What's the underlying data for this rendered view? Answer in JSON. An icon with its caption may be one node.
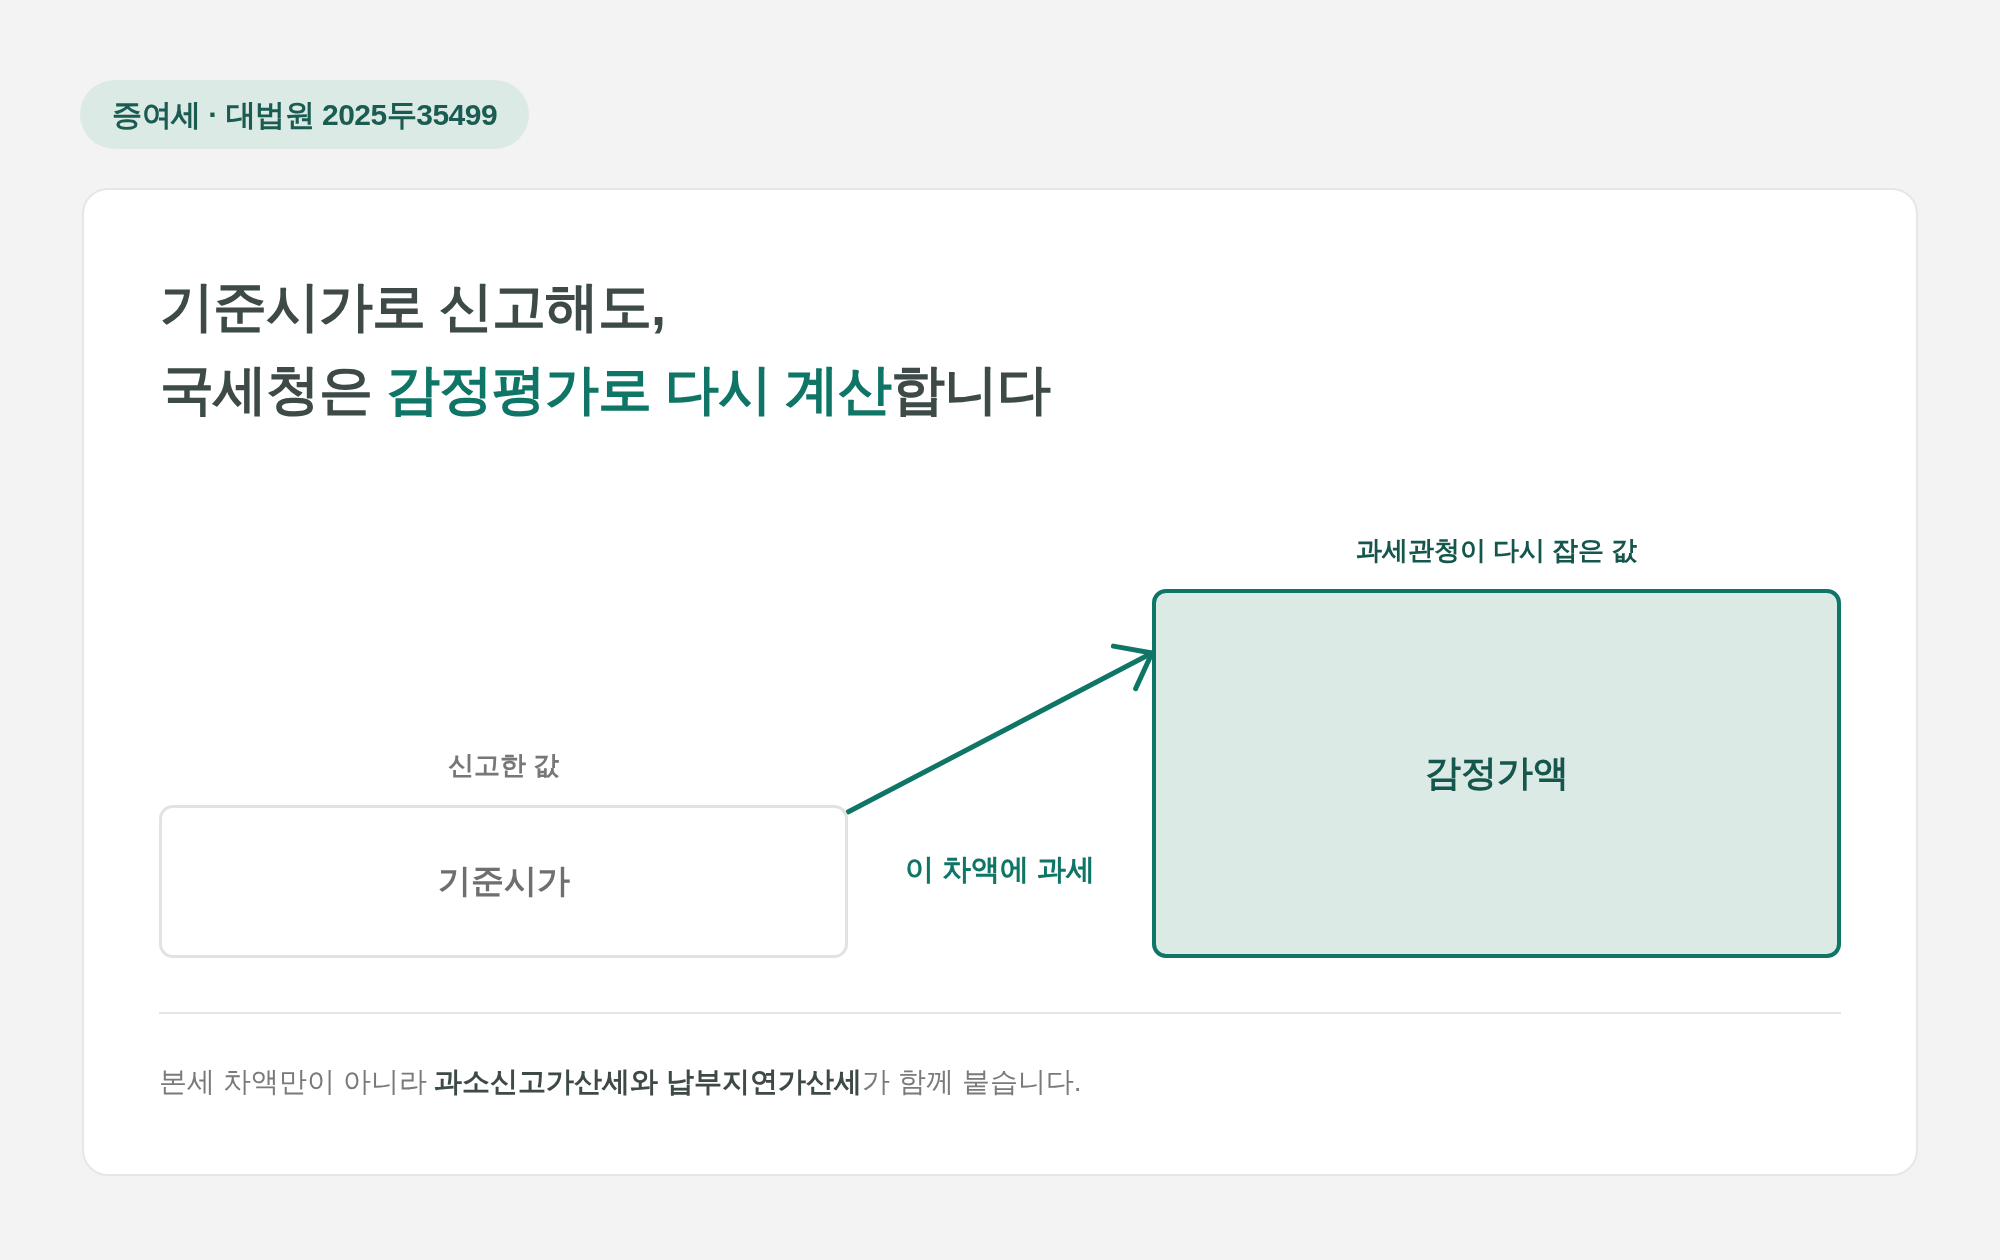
{
  "diagram": {
    "title": "기준시가로 신고해도, 국세청은 **감정평가로 다시 계산**합니다",
    "nodes": [
      {
        "text": [
          "증여세 · 대법원 2025두35499"
        ]
      },
      {
        "text": [
          "신고한 값",
          "기준시가"
        ]
      },
      {
        "text": [
          "과세관청이 다시 잡은 값",
          "감정가액"
        ]
      }
    ],
    "edges": [
      {
        "from": 1,
        "to": 2,
        "arrow": "to",
        "label": "이 차액에 과세"
      }
    ],
    "labels": [
      "본세 차액만이 아니라 **과소신고가산세와 납부지연가산세**가 함께 붙습니다."
    ]
  }
}
